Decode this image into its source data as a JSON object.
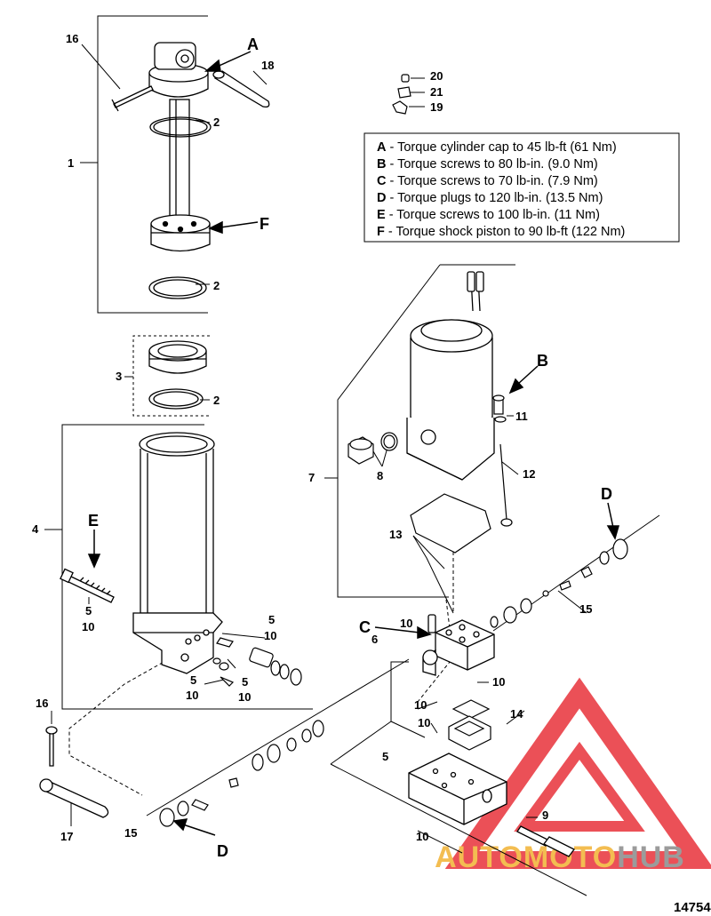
{
  "callouts": {
    "n1": "1",
    "n2a": "2",
    "n2b": "2",
    "n2c": "2",
    "n3": "3",
    "n4": "4",
    "n5a": "5",
    "n5b": "5",
    "n5c": "5",
    "n5d": "5",
    "n5e": "5",
    "n6": "6",
    "n7": "7",
    "n8": "8",
    "n9": "9",
    "n10a": "10",
    "n10b": "10",
    "n10c": "10",
    "n10d": "10",
    "n10e": "10",
    "n10f": "10",
    "n10g": "10",
    "n10h": "10",
    "n10i": "10",
    "n11": "11",
    "n12": "12",
    "n13": "13",
    "n14": "14",
    "n15a": "15",
    "n15b": "15",
    "n16a": "16",
    "n16b": "16",
    "n17": "17",
    "n18": "18",
    "n19": "19",
    "n20": "20",
    "n21": "21"
  },
  "letters": {
    "A": "A",
    "B": "B",
    "C": "C",
    "D1": "D",
    "D2": "D",
    "E": "E",
    "F": "F"
  },
  "torque_notes": [
    {
      "key": "A",
      "text": "Torque cylinder cap to 45 lb-ft (61 Nm)"
    },
    {
      "key": "B",
      "text": "Torque screws to 80 lb-in. (9.0 Nm)"
    },
    {
      "key": "C",
      "text": "Torque screws to 70 lb-in. (7.9 Nm)"
    },
    {
      "key": "D",
      "text": "Torque plugs to 120 lb-in. (13.5 Nm)"
    },
    {
      "key": "E",
      "text": "Torque screws to 100 lb-in. (11 Nm)"
    },
    {
      "key": "F",
      "text": "Torque shock piston to 90 lb-ft (122 Nm)"
    }
  ],
  "drawing_number": "14754",
  "watermark": "AUTOMOTOHUB",
  "colors": {
    "line": "#000000",
    "watermark_red": "#e8323a",
    "watermark_yellow": "#f2b233"
  }
}
